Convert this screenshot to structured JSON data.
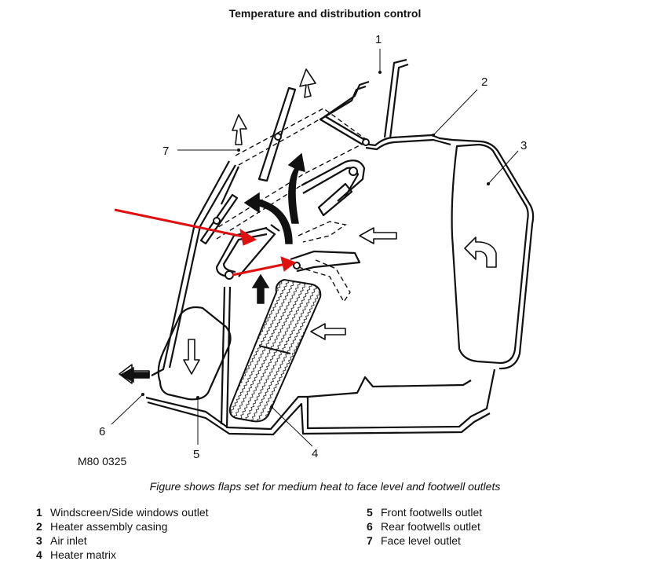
{
  "title": "Temperature and distribution control",
  "figure_id": "M80 0325",
  "caption": "Figure shows flaps set for medium heat to face level and footwell outlets",
  "callouts": [
    "1",
    "2",
    "3",
    "4",
    "5",
    "6",
    "7"
  ],
  "legend": {
    "left": [
      {
        "num": "1",
        "label": "Windscreen/Side windows outlet"
      },
      {
        "num": "2",
        "label": "Heater assembly casing"
      },
      {
        "num": "3",
        "label": "Air inlet"
      },
      {
        "num": "4",
        "label": "Heater matrix"
      }
    ],
    "right": [
      {
        "num": "5",
        "label": "Front footwells outlet"
      },
      {
        "num": "6",
        "label": "Rear footwells outlet"
      },
      {
        "num": "7",
        "label": "Face level outlet"
      }
    ]
  },
  "colors": {
    "annotation_arrows": "#e01010",
    "line": "#111111"
  }
}
